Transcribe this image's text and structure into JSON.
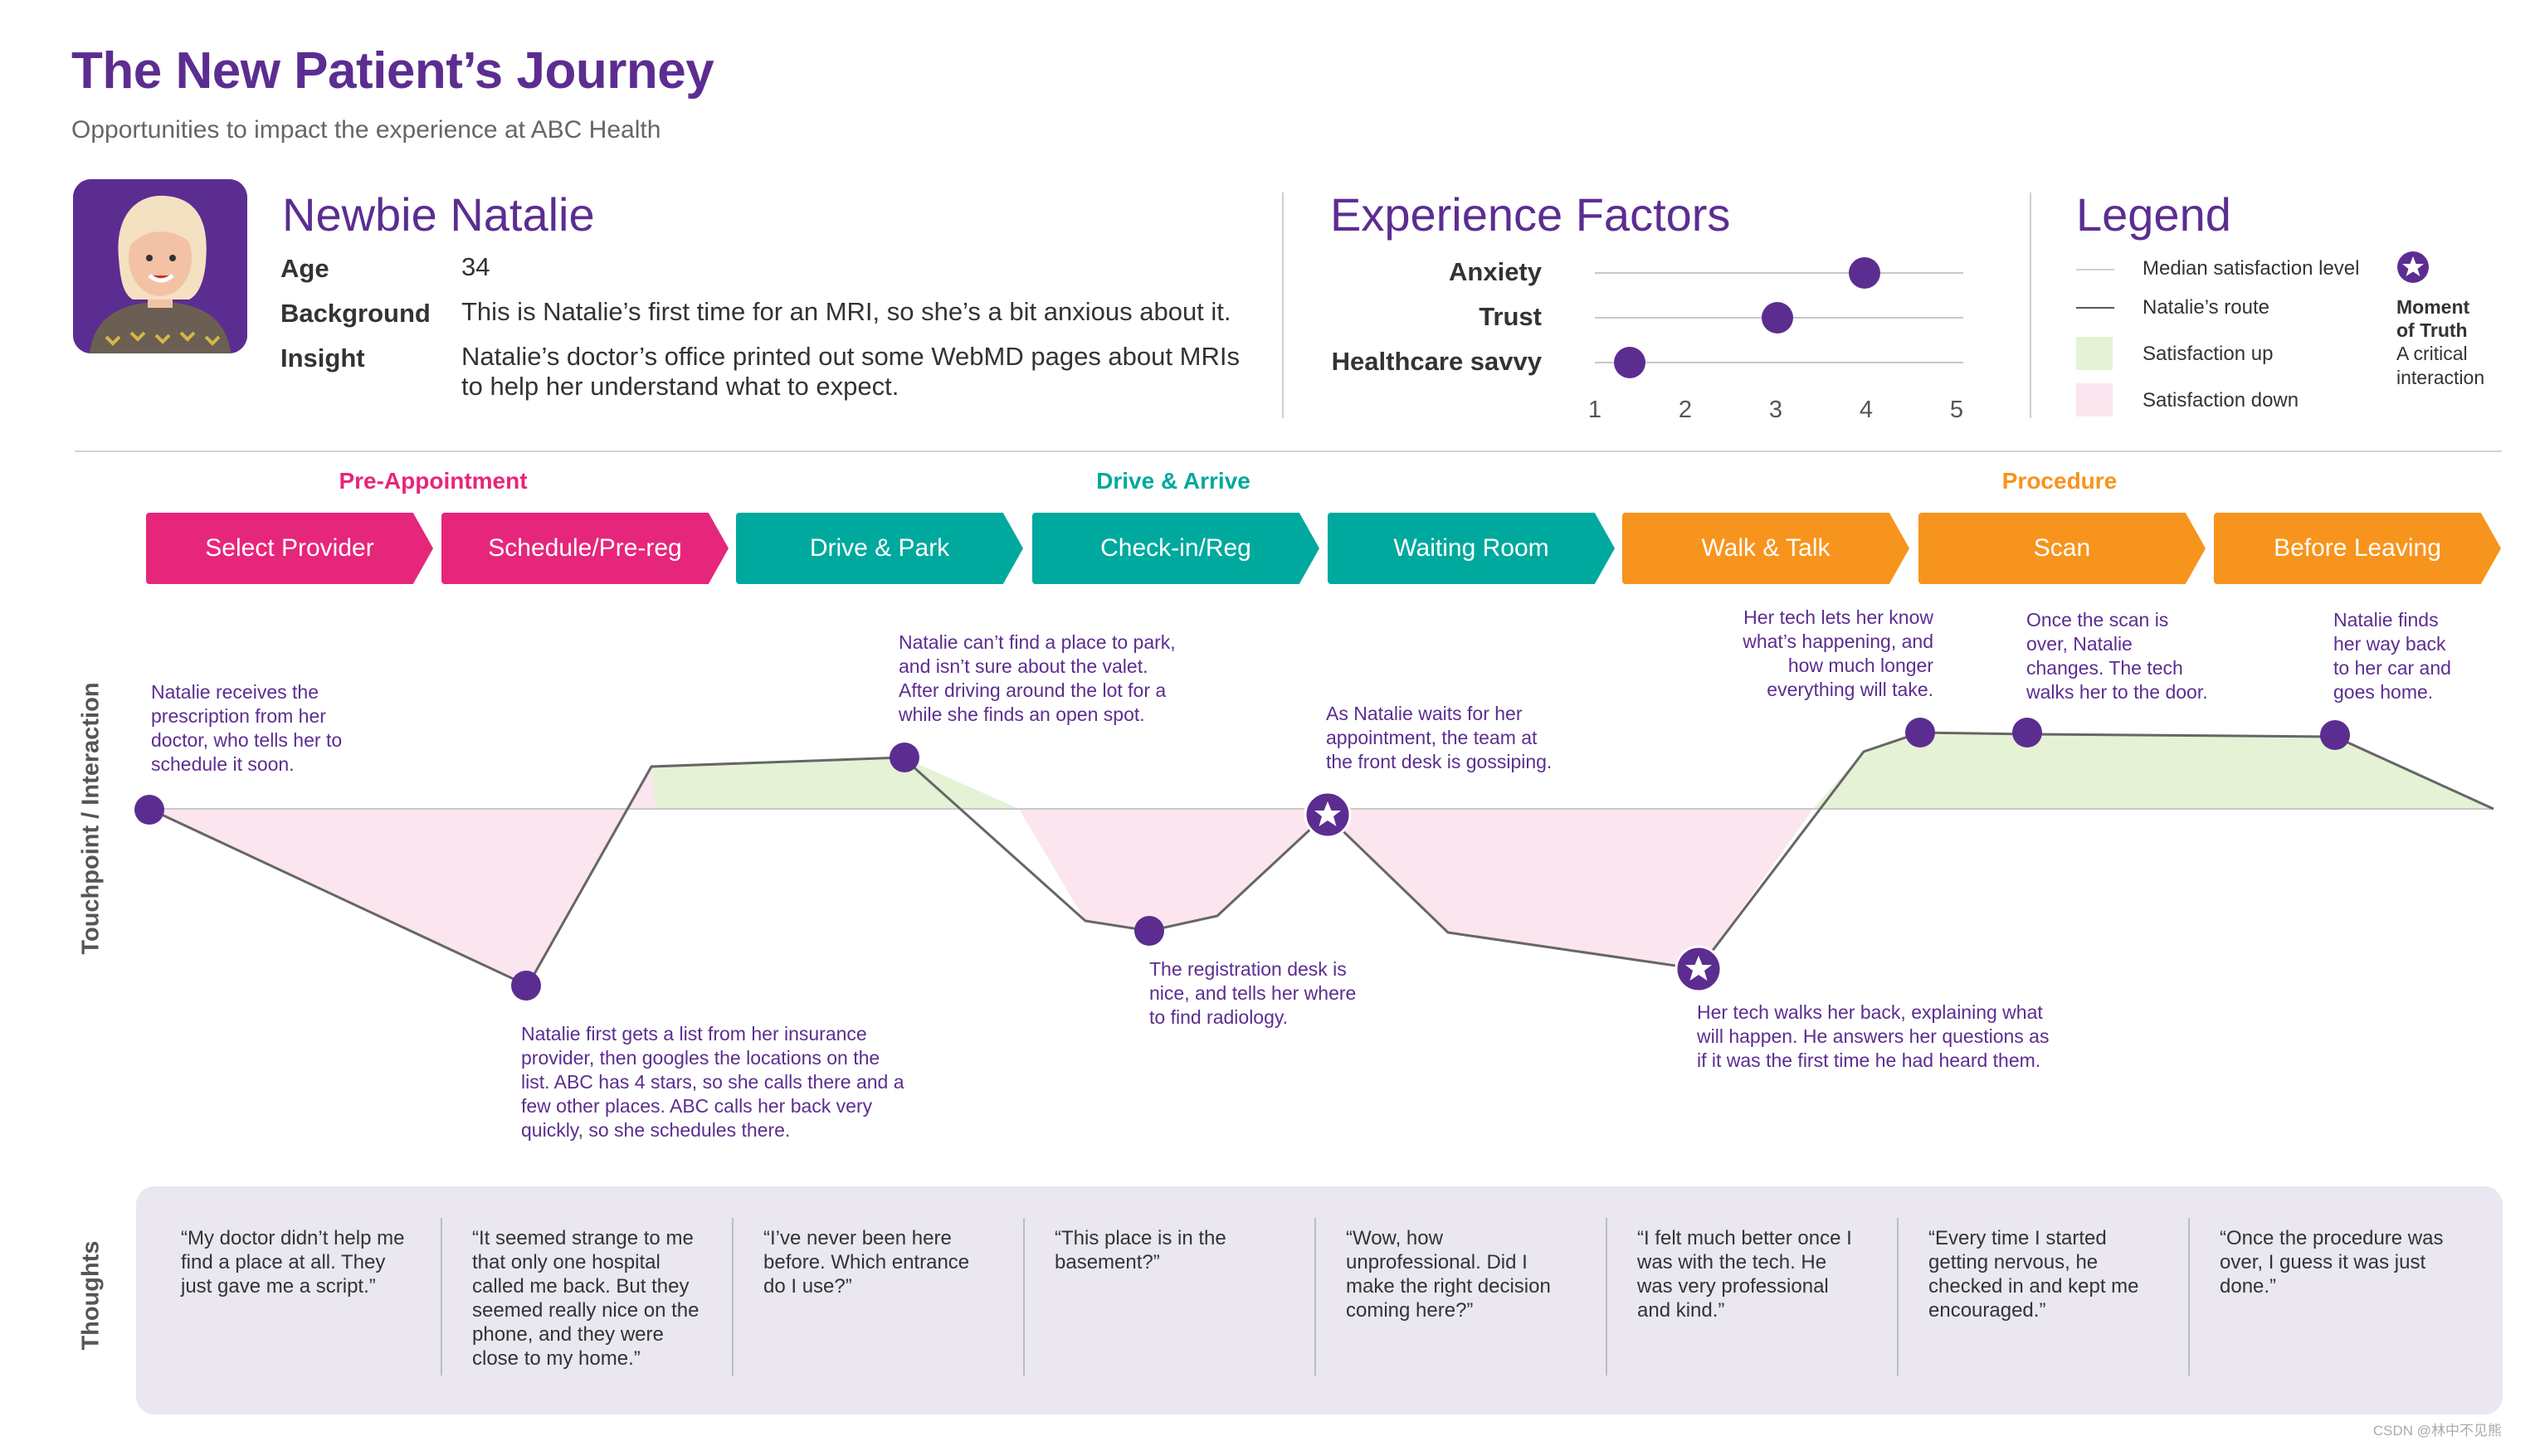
{
  "header": {
    "title": "The New Patient’s Journey",
    "subtitle": "Opportunities to impact the experience at ABC Health"
  },
  "persona": {
    "name": "Newbie Natalie",
    "age_label": "Age",
    "age": "34",
    "background_label": "Background",
    "background": "This is Natalie’s first time for an MRI, so she’s a bit anxious about it.",
    "insight_label": "Insight",
    "insight": "Natalie’s doctor’s office printed out some WebMD pages about MRIs to help her understand what to expect."
  },
  "experience_factors": {
    "title": "Experience Factors",
    "factors": [
      {
        "label": "Anxiety",
        "value": 4
      },
      {
        "label": "Trust",
        "value": 3
      },
      {
        "label": "Healthcare savvy",
        "value": 1.3
      }
    ],
    "scale": [
      "1",
      "2",
      "3",
      "4",
      "5"
    ]
  },
  "legend": {
    "title": "Legend",
    "items": [
      {
        "label": "Median satisfaction level"
      },
      {
        "label": "Natalie’s route"
      },
      {
        "label": "Satisfaction up",
        "color": "#e5f2d6"
      },
      {
        "label": "Satisfaction down",
        "color": "#fbe5ee"
      }
    ],
    "moment_title_1": "Moment",
    "moment_title_2": "of Truth",
    "moment_desc_1": "A critical",
    "moment_desc_2": "interaction"
  },
  "phases": [
    {
      "label": "Pre-Appointment",
      "color": "#e6267a"
    },
    {
      "label": "Drive & Arrive",
      "color": "#00a99d"
    },
    {
      "label": "Procedure",
      "color": "#f7941d"
    }
  ],
  "stages": [
    {
      "label": "Select Provider",
      "color": "#e6267a"
    },
    {
      "label": "Schedule/Pre-reg",
      "color": "#e6267a"
    },
    {
      "label": "Drive & Park",
      "color": "#00a99d"
    },
    {
      "label": "Check-in/Reg",
      "color": "#00a99d"
    },
    {
      "label": "Waiting Room",
      "color": "#00a99d"
    },
    {
      "label": "Walk & Talk",
      "color": "#f7941d"
    },
    {
      "label": "Scan",
      "color": "#f7941d"
    },
    {
      "label": "Before Leaving",
      "color": "#f7941d"
    }
  ],
  "journey": {
    "axis_label": "Touchpoint / Interaction",
    "annotations": [
      {
        "lines": [
          "Natalie receives the",
          "prescription from her",
          "doctor, who tells her to",
          "schedule it soon."
        ]
      },
      {
        "lines": [
          "Natalie first gets a list from her insurance",
          "provider, then googles the locations on the",
          "list. ABC has 4 stars, so she calls there and a",
          "few other places. ABC calls her back very",
          "quickly, so she schedules there."
        ]
      },
      {
        "lines": [
          "Natalie can’t find a place to park,",
          "and isn’t sure about the valet.",
          "After driving around the lot for a",
          "while she finds an open spot."
        ]
      },
      {
        "lines": [
          "The registration desk is",
          "nice, and tells her where",
          "to find radiology."
        ]
      },
      {
        "lines": [
          "As Natalie waits for her",
          "appointment, the team at",
          "the front desk is gossiping."
        ]
      },
      {
        "lines": [
          "Her tech walks her back, explaining what",
          "will happen. He answers her questions as",
          "if it was the first time he had heard them."
        ]
      },
      {
        "lines": [
          "Her tech lets her know",
          "what’s happening, and",
          "how much longer",
          "everything will take."
        ]
      },
      {
        "lines": [
          "Once the scan is",
          "over, Natalie",
          "changes. The tech",
          "walks her to the door."
        ]
      },
      {
        "lines": [
          "Natalie finds",
          "her way back",
          "to her car and",
          "goes home."
        ]
      }
    ]
  },
  "thoughts": {
    "axis_label": "Thoughts",
    "items": [
      {
        "lines": [
          "“My doctor didn’t help me",
          "find a place at all. They",
          "just gave me a script.”"
        ]
      },
      {
        "lines": [
          "“It seemed strange to me",
          "that only one hospital",
          "called me back. But they",
          "seemed really nice on the",
          "phone, and they were",
          "close to my home.”"
        ]
      },
      {
        "lines": [
          "“I’ve never been here",
          "before. Which entrance",
          "do I use?”"
        ]
      },
      {
        "lines": [
          "“This place is in the",
          "basement?”"
        ]
      },
      {
        "lines": [
          "“Wow, how",
          "unprofessional. Did I",
          "make the right decision",
          "coming here?”"
        ]
      },
      {
        "lines": [
          "“I felt much better once I",
          "was with the tech. He",
          "was very professional",
          "and kind.”"
        ]
      },
      {
        "lines": [
          "“Every time I started",
          "getting nervous, he",
          "checked in and kept me",
          "encouraged.”"
        ]
      },
      {
        "lines": [
          "“Once the procedure was",
          "over, I guess it was just",
          "done.”"
        ]
      }
    ]
  },
  "watermark": "CSDN @林中不见熊",
  "colors": {
    "purple": "#5c2d91",
    "pink": "#e6267a",
    "teal": "#00a99d",
    "orange": "#f7941d",
    "up_fill": "#e5f2d6",
    "down_fill": "#fbe5ee"
  }
}
